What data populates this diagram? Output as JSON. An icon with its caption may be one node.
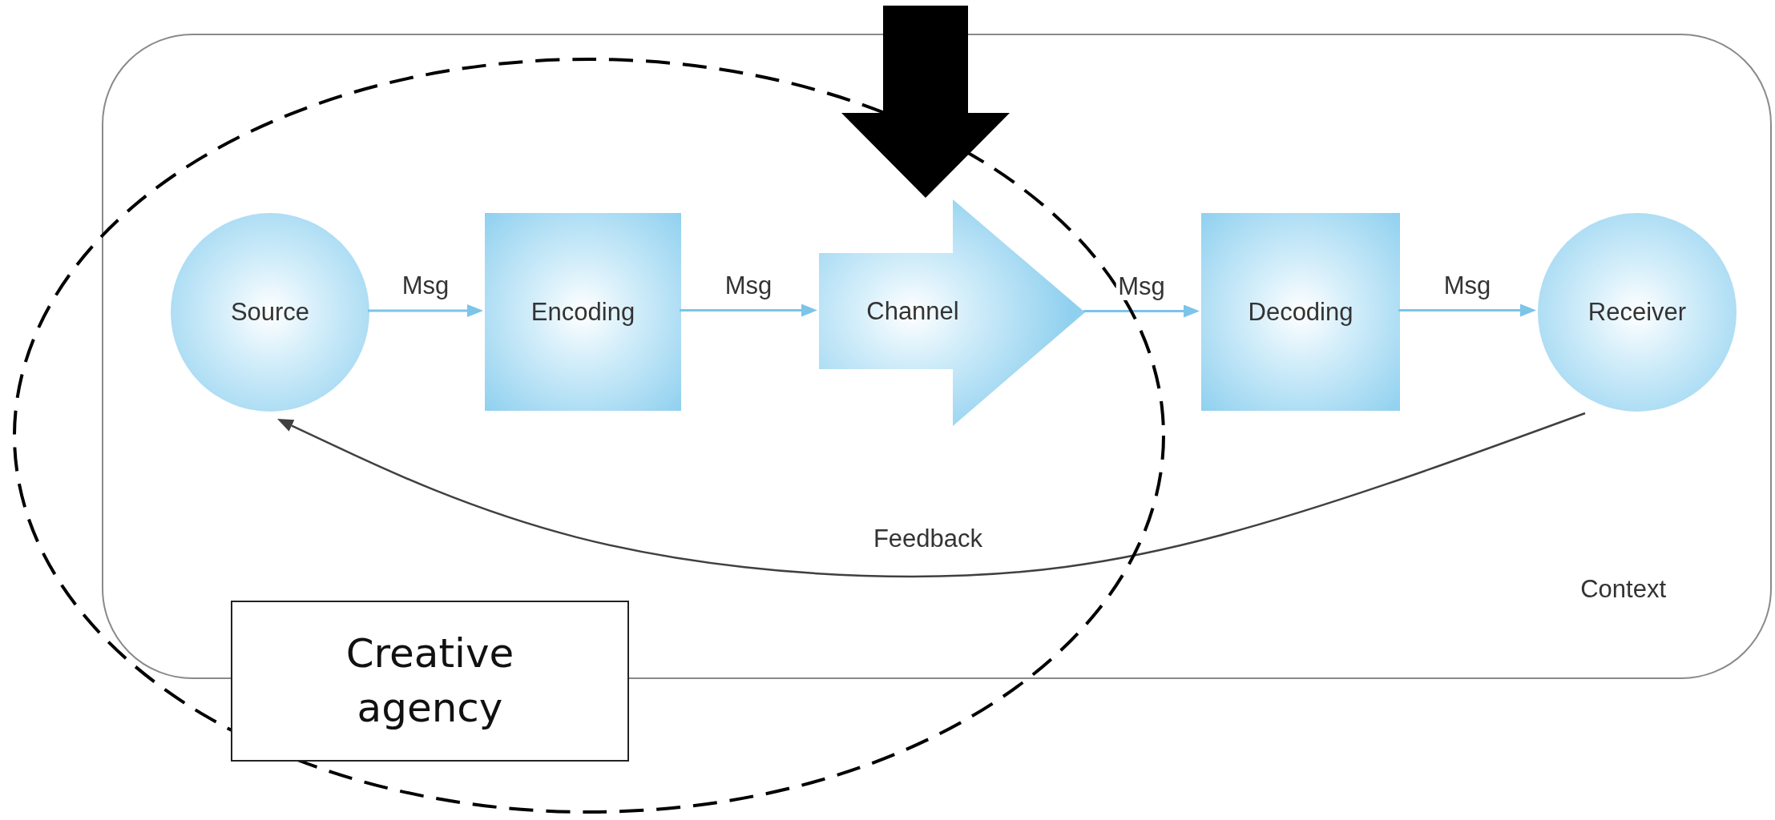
{
  "diagram": {
    "nodes": [
      {
        "text": [
          "Context"
        ]
      },
      {
        "text": [
          "Source"
        ],
        "in": 0
      },
      {
        "text": [
          "Encoding"
        ],
        "in": 0
      },
      {
        "text": [
          "Channel"
        ],
        "in": 0
      },
      {
        "text": [
          "Decoding"
        ],
        "in": 0
      },
      {
        "text": [
          "Receiver"
        ],
        "in": 0
      },
      {
        "text": [
          "Creative agency"
        ]
      }
    ],
    "edges": [
      {
        "from": 1,
        "to": 2,
        "arrow": "to",
        "label": "Msg"
      },
      {
        "from": 2,
        "to": 3,
        "arrow": "to",
        "label": "Msg"
      },
      {
        "from": 3,
        "to": 4,
        "arrow": "to",
        "label": "Msg"
      },
      {
        "from": 4,
        "to": 5,
        "arrow": "to",
        "label": "Msg"
      },
      {
        "from": 5,
        "to": 1,
        "arrow": "to",
        "label": "Feedback",
        "color": "#404040"
      },
      {
        "from": null,
        "to": 3,
        "arrow": "to",
        "style": "thick",
        "color": "#000000"
      }
    ]
  }
}
